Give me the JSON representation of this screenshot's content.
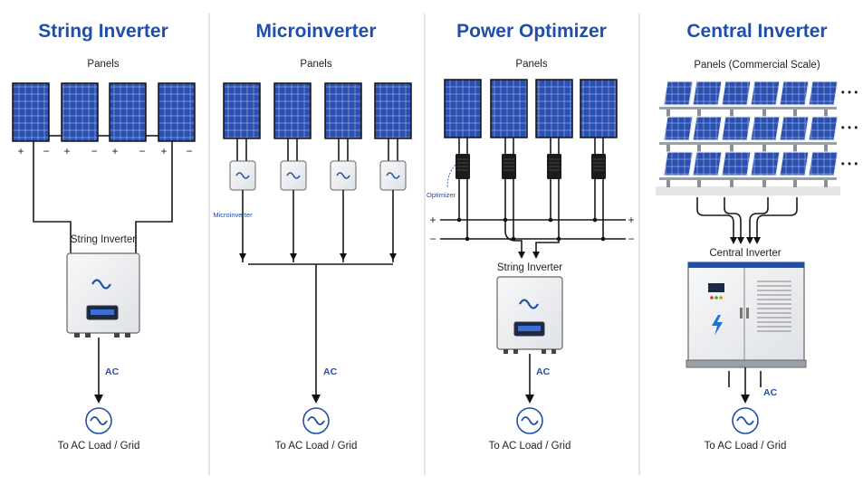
{
  "columns": [
    {
      "title": "String Inverter",
      "panels_label": "Panels",
      "inverter_label": "String Inverter",
      "ac_label": "AC",
      "output_label": "To AC Load / Grid"
    },
    {
      "title": "Microinverter",
      "panels_label": "Panels",
      "micro_label": "Microinverter",
      "ac_label": "AC",
      "output_label": "To AC Load / Grid"
    },
    {
      "title": "Power Optimizer",
      "panels_label": "Panels",
      "optimizer_label": "Optimizer",
      "inverter_label": "String Inverter",
      "ac_label": "AC",
      "output_label": "To AC Load / Grid"
    },
    {
      "title": "Central Inverter",
      "panels_label": "Panels (Commercial Scale)",
      "inverter_label": "Central Inverter",
      "ac_label": "AC",
      "output_label": "To AC Load / Grid",
      "more_symbol": "• • •"
    }
  ],
  "signs": {
    "plus": "+",
    "minus": "−"
  },
  "colors": {
    "accent": "#1f4fa8",
    "panel": "#2a4fb0",
    "panel_dark": "#16307a",
    "inverter_body": "#eef0f2"
  }
}
